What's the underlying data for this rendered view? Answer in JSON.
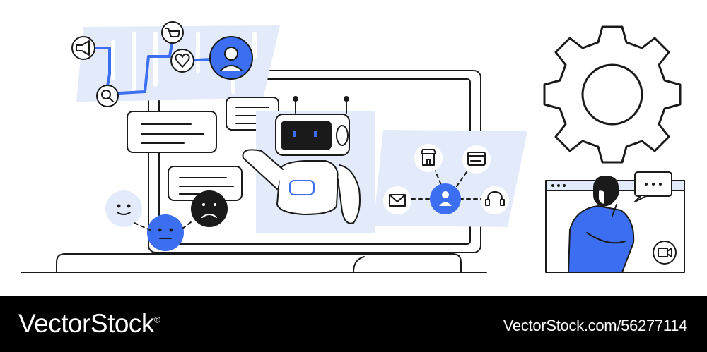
{
  "illustration": {
    "subject": "AI chatbot customer support",
    "colors": {
      "accent": "#3b6ef0",
      "panel": "#e3ebfa",
      "stroke": "#1a1a1a",
      "background": "#ffffff"
    },
    "icons": [
      "megaphone-icon",
      "search-icon",
      "cart-icon",
      "heart-icon",
      "user-avatar",
      "chat-bubble",
      "robot",
      "gear-icon",
      "store-icon",
      "browser-icon",
      "mail-icon",
      "person-icon",
      "headset-icon",
      "smile-face",
      "neutral-face",
      "sad-face",
      "video-camera-icon",
      "thinking-man"
    ]
  },
  "footer": {
    "brand": "VectorStock",
    "brand_mark": "®",
    "image_id": "VectorStock.com/56277114"
  }
}
